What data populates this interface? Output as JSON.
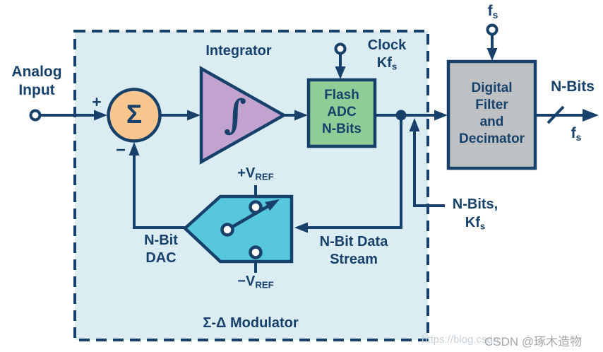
{
  "diagram_title": "Σ-Δ Modulator",
  "colors": {
    "navy_line": "#17416A",
    "modulator_fill": "#DBECF2",
    "sum_fill": "#F8C68E",
    "integrator_fill": "#C2A3D0",
    "flash_adc_fill": "#8FCD96",
    "digital_filter_fill": "#BEC1C4",
    "dac_fill": "#57C7DB",
    "background": "#FFFFFF"
  },
  "labels": {
    "analog_input": {
      "line1": "Analog",
      "line2": "Input"
    },
    "plus_sign": "+",
    "minus_sign": "−",
    "sigma": "Σ",
    "integral": "∫",
    "integrator": "Integrator",
    "clock": {
      "line1": "Clock",
      "line2_main": "Kf",
      "line2_sub": "s"
    },
    "flash_adc": {
      "line1": "Flash",
      "line2": "ADC",
      "line3": "N-Bits"
    },
    "digital_filter": {
      "line1": "Digital",
      "line2": "Filter",
      "line3": "and",
      "line4": "Decimator"
    },
    "fs_top": {
      "main": "f",
      "sub": "s"
    },
    "n_bits_out": "N-Bits",
    "fs_out": {
      "main": "f",
      "sub": "s"
    },
    "n_bits_kfs": {
      "line1": "N-Bits,",
      "line2_main": "Kf",
      "line2_sub": "s"
    },
    "plus_vref": {
      "main": "+V",
      "sub": "REF"
    },
    "minus_vref": {
      "main": "−V",
      "sub": "REF"
    },
    "n_bit_dac": {
      "line1": "N-Bit",
      "line2": "DAC"
    },
    "n_bit_data_stream": {
      "line1": "N-Bit Data",
      "line2": "Stream"
    },
    "sigma_delta_modulator": "Σ-Δ Modulator"
  },
  "watermark": {
    "url_text": "https://blog.csdn",
    "handle_text": "CSDN @琢木造物"
  }
}
